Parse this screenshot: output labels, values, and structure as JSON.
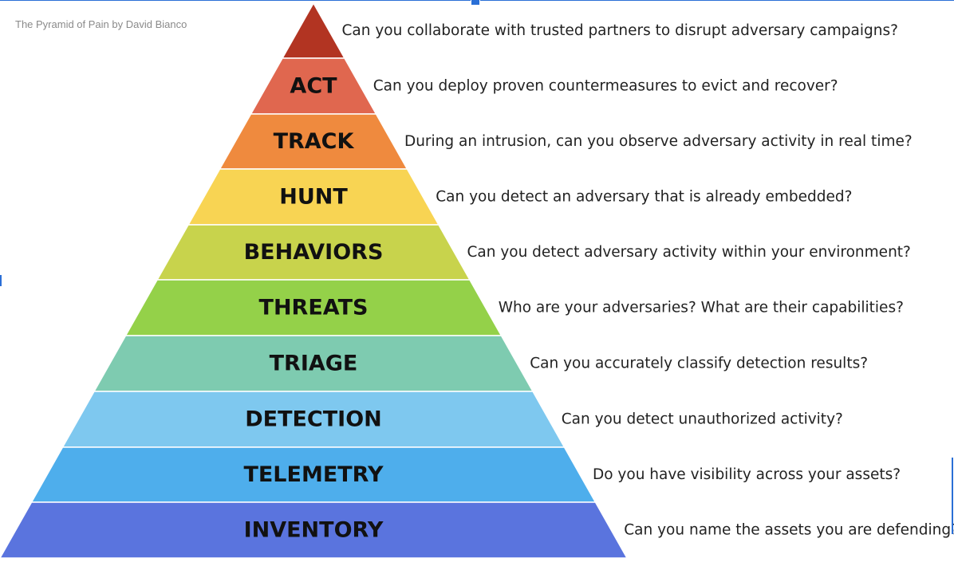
{
  "credit": "The Pyramid of Pain by David Bianco",
  "levels": [
    {
      "label": "",
      "question": "Can you collaborate with trusted partners to disrupt adversary campaigns?",
      "color": "#b23422"
    },
    {
      "label": "ACT",
      "question": "Can you deploy proven countermeasures to evict and recover?",
      "color": "#e0674f"
    },
    {
      "label": "TRACK",
      "question": "During an intrusion, can you observe adversary activity in real time?",
      "color": "#ef8a3e"
    },
    {
      "label": "HUNT",
      "question": "Can you detect an adversary that is already embedded?",
      "color": "#f8d453"
    },
    {
      "label": "BEHAVIORS",
      "question": "Can you detect adversary activity within your environment?",
      "color": "#c8d34c"
    },
    {
      "label": "THREATS",
      "question": "Who are your adversaries? What are their capabilities?",
      "color": "#94d149"
    },
    {
      "label": "TRIAGE",
      "question": "Can you accurately classify detection results?",
      "color": "#7ecbb0"
    },
    {
      "label": "DETECTION",
      "question": "Can you detect unauthorized activity?",
      "color": "#7ec8ef"
    },
    {
      "label": "TELEMETRY",
      "question": "Do you have visibility across your assets?",
      "color": "#4eaeec"
    },
    {
      "label": "INVENTORY",
      "question": "Can you name the assets you are defending?",
      "color": "#5a74de"
    }
  ]
}
